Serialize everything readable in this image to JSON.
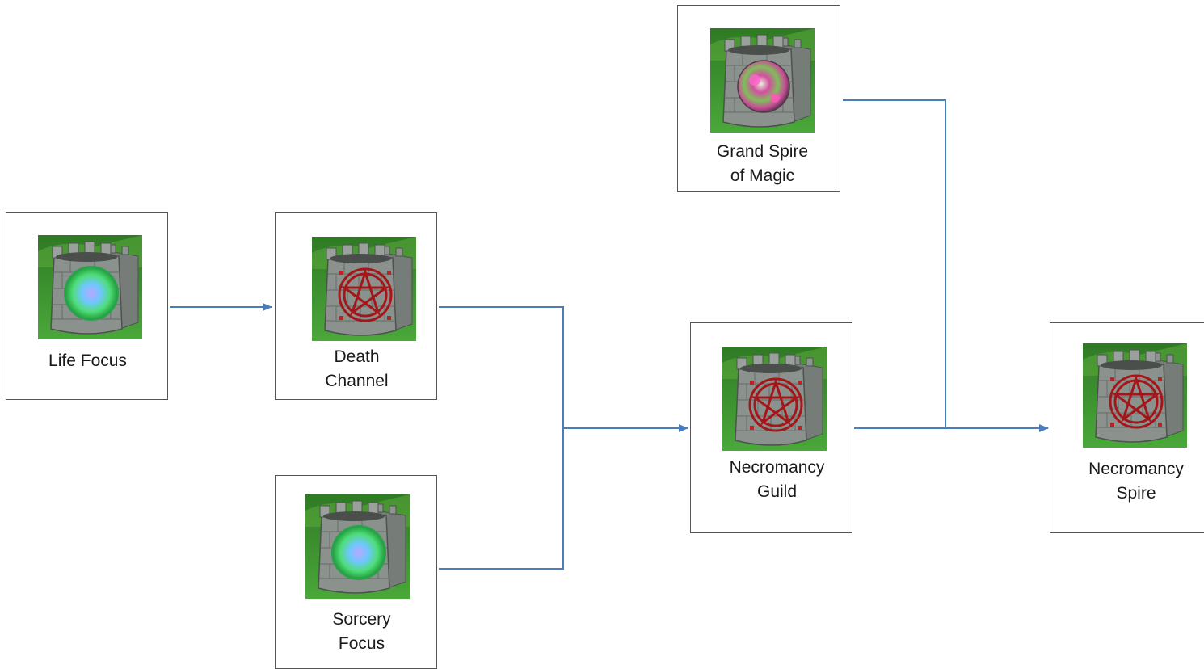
{
  "colors": {
    "connector": "#4a7ebb",
    "border": "#555555",
    "grass": "#3f9b2c",
    "stone": "#8b918c",
    "life_orb": "#5de07a",
    "necro_sigil": "#a4161a",
    "magic_orb": "#d24fa0"
  },
  "nodes": {
    "life_focus": {
      "line1": "Life Focus",
      "line2": "",
      "icon": "life-orb-tower-icon"
    },
    "death_channel": {
      "line1": "Death",
      "line2": "Channel",
      "icon": "necromancy-pentagram-tower-icon"
    },
    "sorcery_focus": {
      "line1": "Sorcery",
      "line2": "Focus",
      "icon": "life-orb-tower-icon"
    },
    "grand_spire": {
      "line1": "Grand Spire",
      "line2": "of Magic",
      "icon": "magic-orb-tower-icon"
    },
    "necromancy_guild": {
      "line1": "Necromancy",
      "line2": "Guild",
      "icon": "necromancy-pentagram-tower-icon"
    },
    "necromancy_spire": {
      "line1": "Necromancy",
      "line2": "Spire",
      "icon": "necromancy-pentagram-tower-icon"
    }
  },
  "edges": [
    {
      "from": "Life Focus",
      "to": "Death Channel"
    },
    {
      "from": "Death Channel",
      "to": "Necromancy Guild"
    },
    {
      "from": "Sorcery Focus",
      "to": "Necromancy Guild"
    },
    {
      "from": "Necromancy Guild",
      "to": "Necromancy Spire"
    },
    {
      "from": "Grand Spire of Magic",
      "to": "Necromancy Spire"
    }
  ]
}
